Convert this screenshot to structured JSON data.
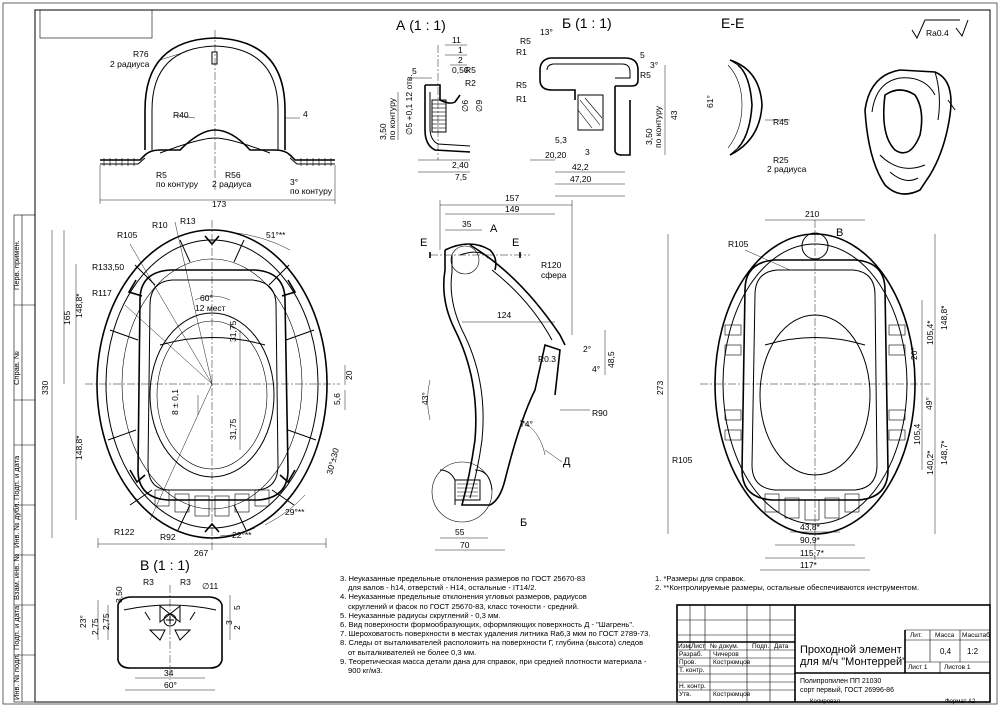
{
  "views": {
    "section_a": "А (1 : 1)",
    "section_b": "Б (1 : 1)",
    "section_ee": "Е-Е",
    "view_b": "В (1 : 1)",
    "roughness": "Ra0.4",
    "label_b": "В",
    "label_a": "А",
    "label_b2": "Б",
    "label_d": "Д",
    "label_e": "Е"
  },
  "dims_top": {
    "r76": "R76",
    "two_radii": "2 радиуса",
    "r40": "R40",
    "r5": "R5",
    "contour": "по контуру",
    "r56": "R56",
    "two_radii2": "2 радиуса",
    "three_deg": "3°",
    "contour2": "по контуру",
    "four": "4",
    "w173": "173"
  },
  "dims_a": {
    "d11": "11",
    "d1": "1",
    "d2": "2",
    "d050": "0,50",
    "r5": "R5",
    "r2": "R2",
    "d5": "5",
    "d3_5": "3,50",
    "contour": "по контуру",
    "holes": "∅5 +0,1 12 отв.",
    "d6": "∅6",
    "d9": "∅9",
    "d240": "2,40",
    "d75": "7,5"
  },
  "dims_b": {
    "a13": "13°",
    "r5": "R5",
    "r1": "R1",
    "r5b": "R5",
    "r1b": "R1",
    "r5c": "R5",
    "d5": "5",
    "a3": "3°",
    "d350": "3,50",
    "contour": "по контуру",
    "d43": "43",
    "d53": "5,3",
    "d2020": "20,20",
    "d3": "3",
    "d422": "42,2",
    "d4720": "47,20"
  },
  "dims_ee": {
    "a61": "61°",
    "r45": "R45",
    "r25": "R25",
    "two_radii": "2 радиуса"
  },
  "dims_plan": {
    "r105": "R105",
    "r10": "R10",
    "r13": "R13",
    "a51": "51°**",
    "r133": "R133,50",
    "r117": "R117",
    "a60": "60°",
    "places12": "12 мест",
    "d3175a": "31,75",
    "d3175b": "31,75",
    "d8": "8 ± 0,1",
    "d165": "165",
    "d1488": "148,8*",
    "d330": "330",
    "d1488b": "148,8*",
    "d20": "20",
    "d56": "5,6",
    "a30": "30°±30",
    "a29": "29°**",
    "a22": "22°**",
    "r122": "R122",
    "r92": "R92",
    "d267": "267"
  },
  "dims_side": {
    "d157": "157",
    "d149": "149",
    "d35": "35",
    "r120": "R120",
    "sphere": "сфера",
    "d124": "124",
    "r03": "R0.3",
    "d485": "48,5",
    "a2": "2°",
    "a4": "4°",
    "a43": "43°",
    "a74": "74°",
    "r90": "R90",
    "d55": "55",
    "d70": "70"
  },
  "dims_right": {
    "d210": "210",
    "r105": "R105",
    "d1488": "148,8*",
    "d1054": "105,4*",
    "a20": "20°",
    "d273": "273",
    "a49": "49°",
    "d1054b": "105,4",
    "d1402": "140,2*",
    "d1487": "148,7*",
    "r105b": "R105",
    "d438": "43,8*",
    "d909": "90,9*",
    "d1157": "115,7*",
    "d117": "117*"
  },
  "dims_vb": {
    "r3": "R3",
    "r3b": "R3",
    "d11": "∅11",
    "d350": "3,50",
    "a23": "23°",
    "d275": "2,75",
    "d275b": "2,75",
    "d5": "5",
    "d2": "2",
    "d3": "3",
    "d34": "34",
    "a60": "60°"
  },
  "notes_left": [
    "3. Неуказанные предельные отклонения размеров по ГОСТ 25670-83",
    "для валов - h14, отверстий - H14, остальные - IT14/2.",
    "4. Неуказанные предельные отклонения угловых размеров, радиусов",
    "скруглений и фасок по ГОСТ 25670-83, класс точности - средний.",
    "5. Неуказанные радиусы скруглений - 0,3 мм.",
    "6. Вид поверхности формообразующих, оформляющих поверхность Д - \"Шагрень\".",
    "7. Шероховатость поверхности в местах удаления литника Ra6,3 мкм по ГОСТ 2789-73.",
    "8. Следы от выталкивателей расположить на поверхности Г, глубина (высота) следов",
    "от выталкивателей не более 0,3 мм.",
    "9. Теоретическая масса детали дана для справок, при средней плотности материала -",
    "900 кг/м3."
  ],
  "notes_right": [
    "1. *Размеры для справок.",
    "2. **Контролируемые размеры, остальные обеспечиваются инструментом."
  ],
  "title_block": {
    "h_izm": "Изм.",
    "h_list": "Лист",
    "h_doc": "№ докум.",
    "h_sign": "Подп.",
    "h_date": "Дата",
    "r_razrab": "Разраб.",
    "r_prov": "Пров.",
    "r_tkontr": "Т. контр.",
    "r_nkontr": "Н. контр.",
    "r_utv": "Утв.",
    "n_razrab": "Чичеров",
    "n_prov": "Кострюмцов",
    "n_utv": "Кострюмцов",
    "title1": "Проходной элемент",
    "title2": "для м/ч \"Монтеррей\"",
    "material1": "Полипропилен ПП 21030",
    "material2": "сорт первый, ГОСТ 26996-86",
    "h_lit": "Лит.",
    "h_mass": "Масса",
    "h_scale": "Масштаб",
    "mass": "0,4",
    "scale": "1:2",
    "sheet": "Лист 1",
    "sheets": "Листов 1",
    "copied": "Копировал",
    "format": "Формат А2"
  },
  "side_strip": {
    "perv": "Перв. примен.",
    "sprav": "Справ. №",
    "podp_data1": "Подп. и дата",
    "inv_dubl": "Инв. № дубл.",
    "vzam_inv": "Взам. инв. №",
    "podp_data2": "Подп. и дата",
    "inv_podl": "Инв. № подл."
  }
}
